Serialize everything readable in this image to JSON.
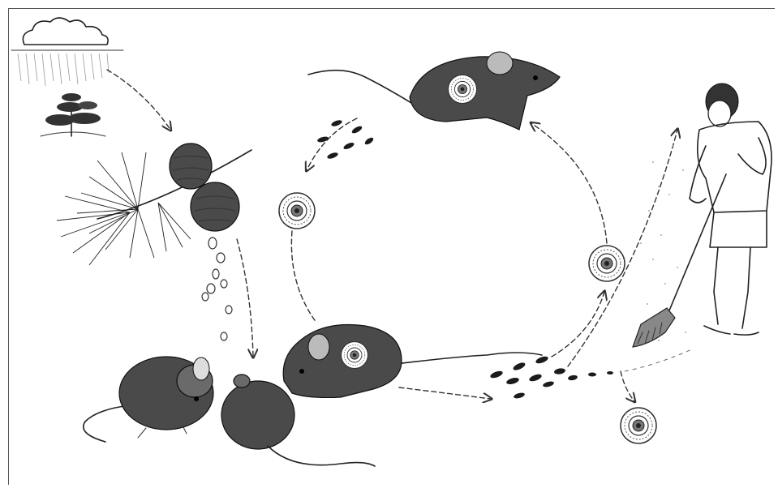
{
  "diagram": {
    "nodes": [
      {
        "id": "rain-cloud",
        "icon": "rain-cloud-icon"
      },
      {
        "id": "pine-tree",
        "icon": "pine-tree-icon"
      },
      {
        "id": "pine-branch-cones",
        "icon": "pine-cone-icon"
      },
      {
        "id": "seeds",
        "icon": "seed-icon"
      },
      {
        "id": "mice-eating",
        "icon": "mouse-icon"
      },
      {
        "id": "infected-mouse",
        "icon": "mouse-icon"
      },
      {
        "id": "running-mouse",
        "icon": "mouse-icon"
      },
      {
        "id": "droppings",
        "icon": "droppings-icon"
      },
      {
        "id": "virus-particle",
        "icon": "virus-icon"
      },
      {
        "id": "person-sweeping",
        "icon": "person-broom-icon"
      }
    ],
    "edges": [
      {
        "from": "rain-cloud",
        "to": "pine-branch-cones"
      },
      {
        "from": "pine-branch-cones",
        "to": "mice-eating"
      },
      {
        "from": "infected-mouse",
        "to": "droppings"
      },
      {
        "from": "droppings",
        "to": "virus-particle"
      },
      {
        "from": "virus-particle",
        "to": "running-mouse"
      },
      {
        "from": "droppings",
        "to": "person-sweeping"
      }
    ]
  }
}
